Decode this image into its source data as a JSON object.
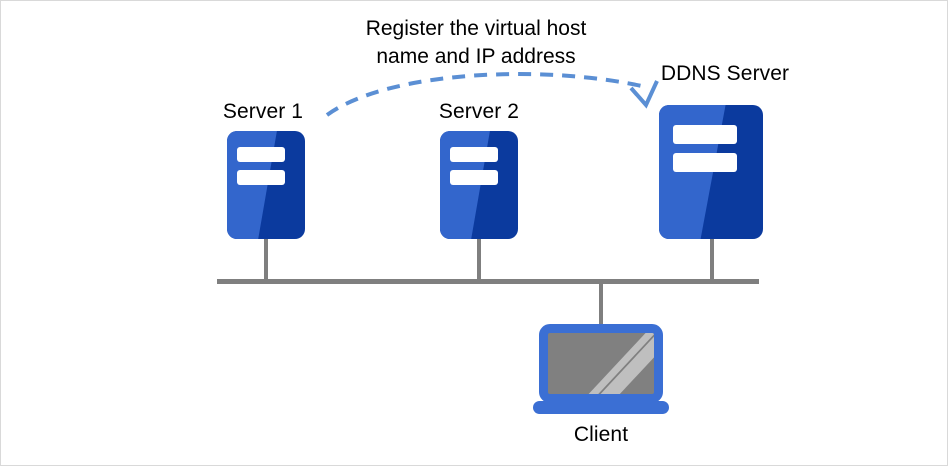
{
  "diagram": {
    "title": "DDNS virtual host registration network diagram",
    "background_color": "#ffffff",
    "border_color": "#d9d9d9",
    "annotation": {
      "text": "Register the virtual host\nname and IP address",
      "line1": "Register the virtual host",
      "line2": "name and IP address"
    },
    "arrow": {
      "style": "dashed-curved",
      "color": "#5b8fd4",
      "direction": "left-to-right",
      "from": "Server 1",
      "to": "DDNS Server"
    },
    "nodes": [
      {
        "id": "server-1",
        "label": "Server 1",
        "type": "server",
        "colors": {
          "light": "#3366cc",
          "dark": "#0b3a9e",
          "bars": "#ffffff"
        }
      },
      {
        "id": "server-2",
        "label": "Server 2",
        "type": "server",
        "colors": {
          "light": "#3366cc",
          "dark": "#0b3a9e",
          "bars": "#ffffff"
        }
      },
      {
        "id": "ddns-server",
        "label": "DDNS Server",
        "type": "server",
        "colors": {
          "light": "#3366cc",
          "dark": "#0b3a9e",
          "bars": "#ffffff"
        }
      },
      {
        "id": "client",
        "label": "Client",
        "type": "laptop",
        "colors": {
          "frame": "#3b6fd4",
          "screen": "#808080",
          "glare": "#bfbfbf"
        }
      }
    ],
    "network": {
      "bus_color": "#7f7f7f",
      "drop_color": "#7f7f7f"
    }
  }
}
